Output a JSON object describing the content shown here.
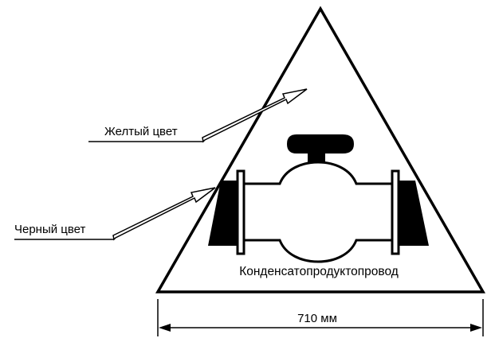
{
  "labels": {
    "yellow": "Желтый цвет",
    "black": "Черный цвет",
    "product": "Конденсатопродуктопровод",
    "dimension": "710 мм"
  },
  "colors": {
    "line": "#000000",
    "background": "#ffffff"
  }
}
